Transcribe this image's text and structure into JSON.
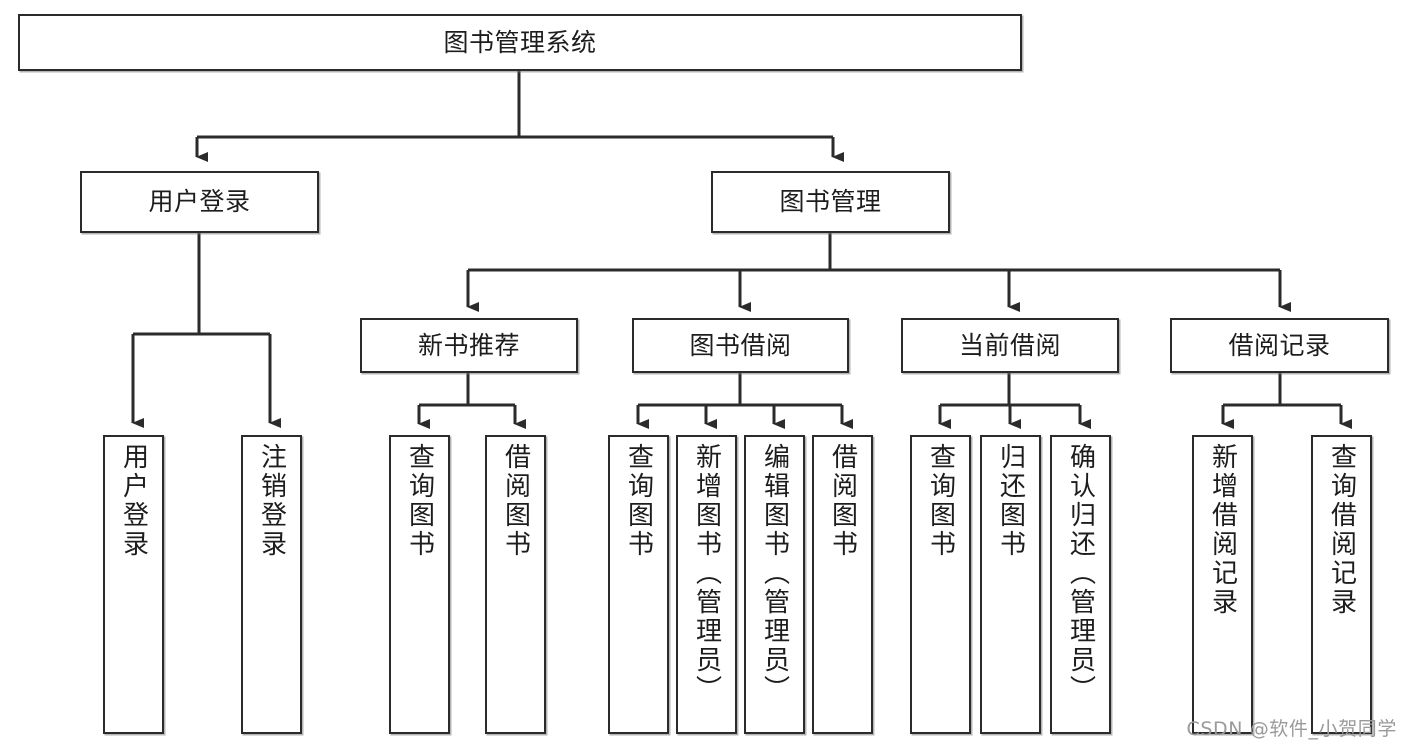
{
  "diagram": {
    "title": "图书管理系统",
    "type": "tree-hierarchy-chart",
    "watermark": "CSDN @软件_小贺同学",
    "colors": {
      "stroke": "#2b2b2b",
      "fill": "#ffffff",
      "text": "#1d1d1d",
      "watermark": "#9a9a9a"
    }
  },
  "nodes": {
    "root": {
      "label": "图书管理系统"
    },
    "level2": [
      {
        "label": "用户登录"
      },
      {
        "label": "图书管理"
      }
    ],
    "level3": [
      {
        "label": "新书推荐"
      },
      {
        "label": "图书借阅"
      },
      {
        "label": "当前借阅"
      },
      {
        "label": "借阅记录"
      }
    ],
    "leaves": {
      "user_login": [
        {
          "label": "用户登录"
        },
        {
          "label": "注销登录"
        }
      ],
      "new_book_recommend": [
        {
          "label": "查询图书"
        },
        {
          "label": "借阅图书"
        }
      ],
      "book_borrow": [
        {
          "label": "查询图书"
        },
        {
          "label": "新增图书（管理员）"
        },
        {
          "label": "编辑图书（管理员）"
        },
        {
          "label": "借阅图书"
        }
      ],
      "current_borrow": [
        {
          "label": "查询图书"
        },
        {
          "label": "归还图书"
        },
        {
          "label": "确认归还（管理员）"
        }
      ],
      "borrow_record": [
        {
          "label": "新增借阅记录"
        },
        {
          "label": "查询借阅记录"
        }
      ]
    }
  }
}
